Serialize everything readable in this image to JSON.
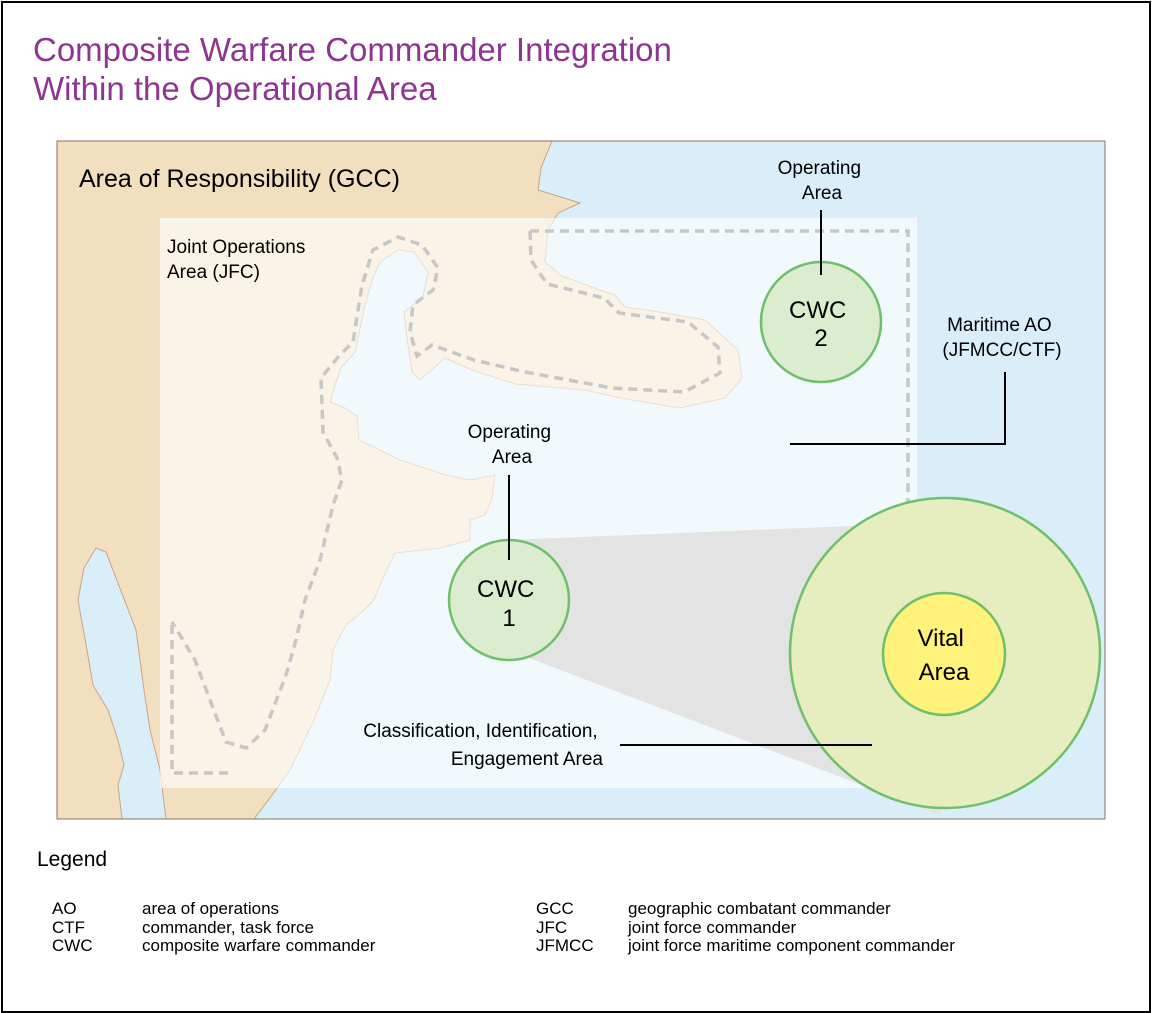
{
  "title": {
    "line1": "Composite Warfare Commander Integration",
    "line2": "Within the Operational Area",
    "color": "#8e3592"
  },
  "map": {
    "aor_label": "Area of Responsibility (GCC)",
    "joa_label_line1": "Joint Operations",
    "joa_label_line2": "Area (JFC)",
    "maritime_ao_line1": "Maritime AO",
    "maritime_ao_line2": "(JFMCC/CTF)",
    "operating_area_top_line1": "Operating",
    "operating_area_top_line2": "Area",
    "operating_area_mid_line1": "Operating",
    "operating_area_mid_line2": "Area",
    "cwc1_line1": "CWC",
    "cwc1_line2": "1",
    "cwc2_line1": "CWC",
    "cwc2_line2": "2",
    "ciea_line1": "Classification, Identification,",
    "ciea_line2": "Engagement Area",
    "vital_line1": "Vital",
    "vital_line2": "Area",
    "colors": {
      "land": "#f2dfc0",
      "sea": "#daeef9",
      "joa_fill": "#ffffff",
      "circle_fill": "#dceccf",
      "circle_stroke": "#6ec06b",
      "vital_fill": "#fff27a",
      "ciea_fill": "#e6edbe"
    }
  },
  "legend": {
    "title": "Legend",
    "left": [
      {
        "abbr": "AO",
        "def": "area of operations"
      },
      {
        "abbr": "CTF",
        "def": "commander, task force"
      },
      {
        "abbr": "CWC",
        "def": "composite warfare commander"
      }
    ],
    "right": [
      {
        "abbr": "GCC",
        "def": "geographic combatant commander"
      },
      {
        "abbr": "JFC",
        "def": "joint force commander"
      },
      {
        "abbr": "JFMCC",
        "def": "joint force maritime component commander"
      }
    ]
  }
}
